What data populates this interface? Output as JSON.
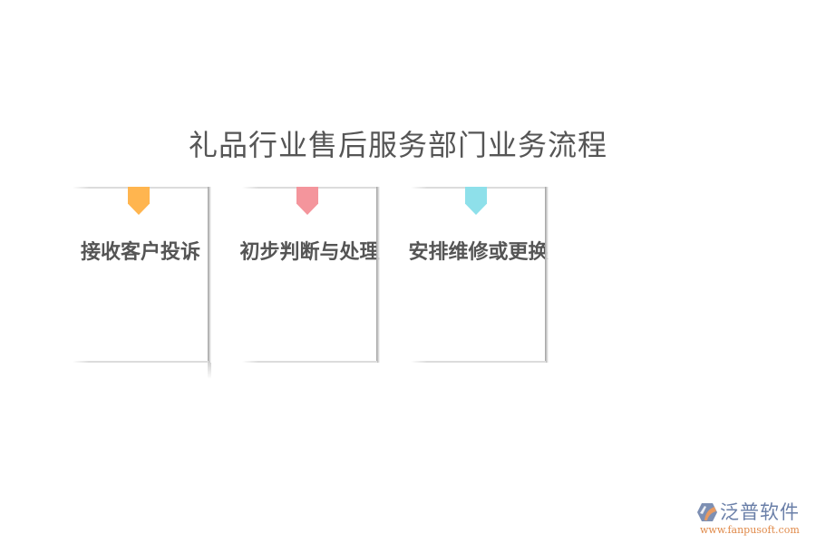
{
  "title": "礼品行业售后服务部门业务流程",
  "steps": [
    {
      "label": "接收客户投诉",
      "marker_color": "#ffb54f"
    },
    {
      "label": "初步判断与处理",
      "marker_color": "#f4959c"
    },
    {
      "label": "安排维修或更换",
      "marker_color": "#8ee0ea"
    }
  ],
  "logo": {
    "name": "泛普软件",
    "url": "www.fanpusoft.com",
    "icon": "fanpu-hexagon-logo-icon",
    "colors": {
      "primary": "#6a7fa8",
      "accent": "#e08a4a"
    }
  }
}
